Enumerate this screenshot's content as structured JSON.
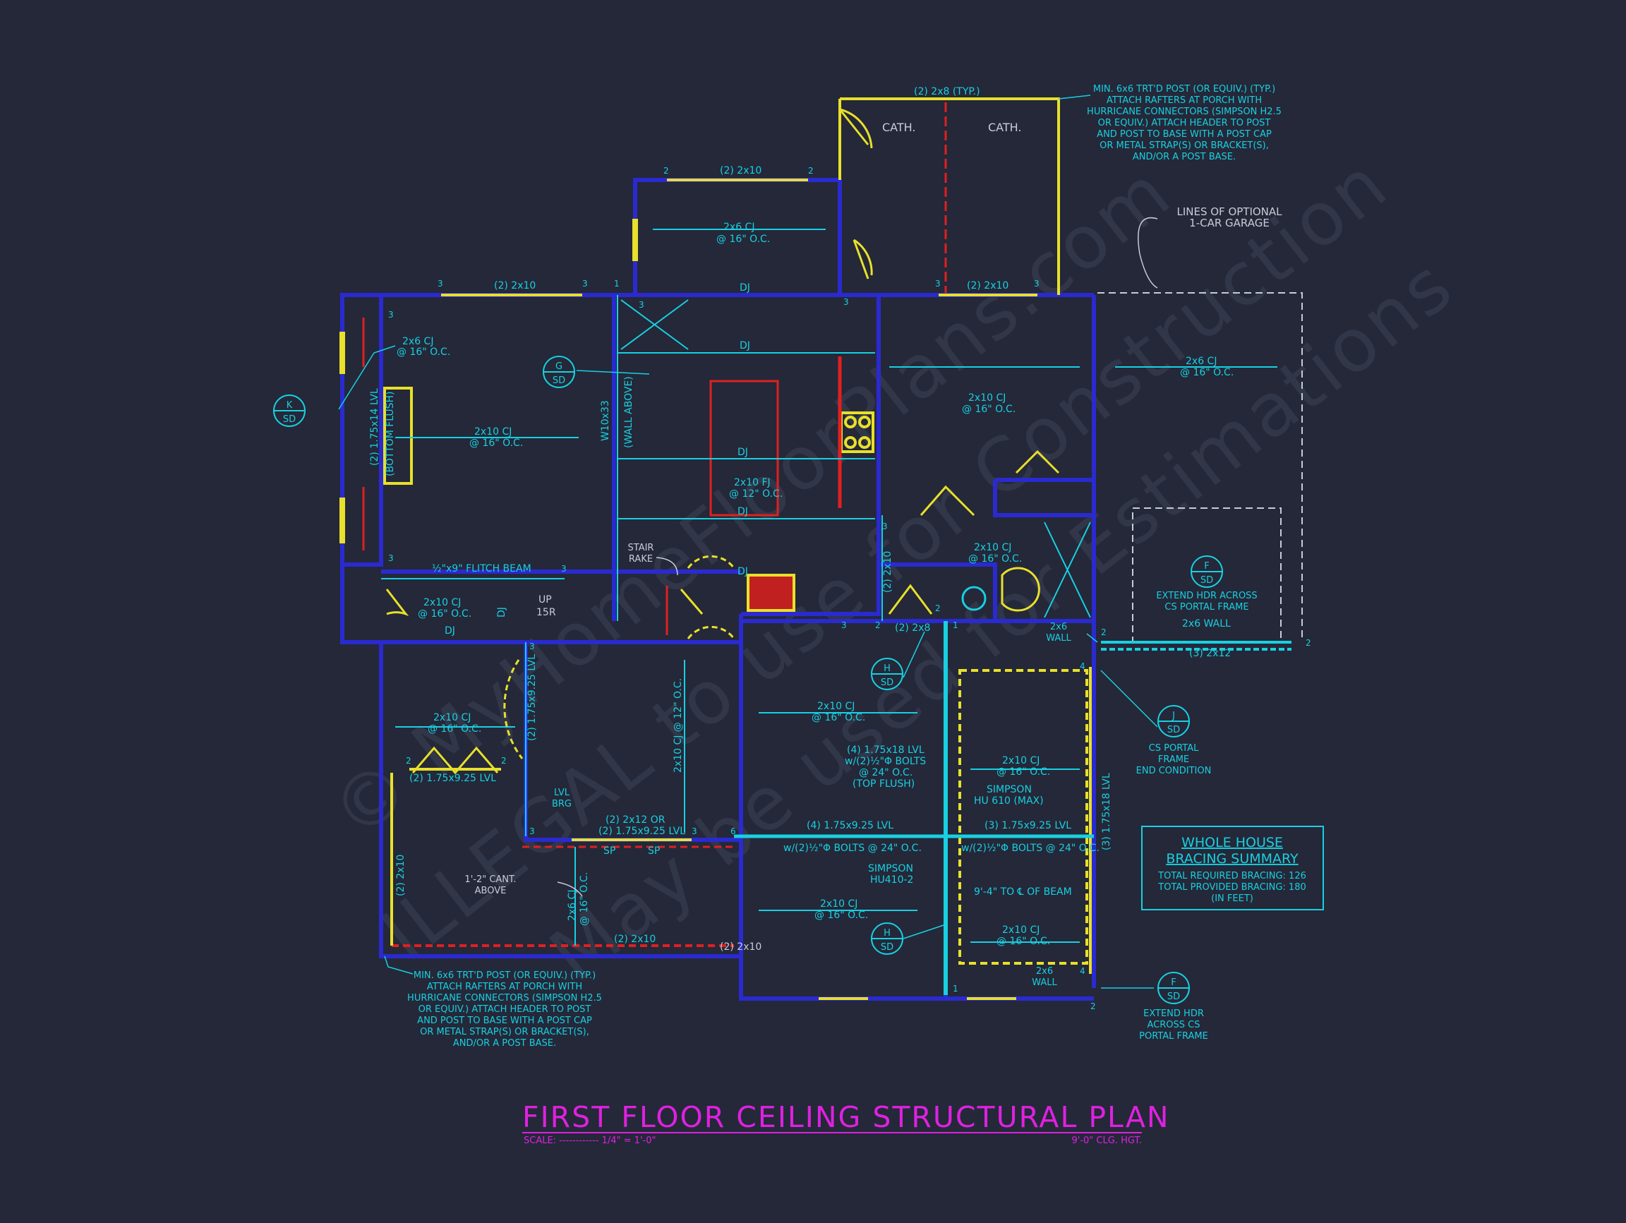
{
  "colors": {
    "background": "#242839",
    "wall": "#2a2ad0",
    "cyan": "#18d0e0",
    "yellow": "#e8e02a",
    "red": "#e02020",
    "magenta": "#e020e0",
    "gray": "#c8ccd8",
    "watermark": "#3c4256"
  },
  "title": {
    "main": "FIRST FLOOR CEILING STRUCTURAL PLAN",
    "scale": "SCALE: ------------ 1/4\" = 1'-0\"",
    "ceiling_height": "9'-0\" CLG. HGT."
  },
  "watermark": {
    "line1": "© MyHomeFloorPlans.com",
    "line2": "ILLEGAL to use for Construction",
    "line3": "May be used for Estimations"
  },
  "bracing_summary": {
    "heading1": "WHOLE HOUSE",
    "heading2": "BRACING SUMMARY",
    "line1": "TOTAL REQUIRED BRACING: 126",
    "line2": "TOTAL PROVIDED BRACING: 180",
    "line3": "(IN FEET)"
  },
  "notes": {
    "porch_top": [
      "MIN. 6x6 TRT'D POST (OR EQUIV.) (TYP.)",
      "ATTACH RAFTERS AT PORCH WITH",
      "HURRICANE CONNECTORS (SIMPSON H2.5",
      "OR EQUIV.) ATTACH HEADER TO POST",
      "AND POST TO BASE WITH A POST CAP",
      "OR METAL STRAP(S) OR BRACKET(S),",
      "AND/OR A POST BASE."
    ],
    "porch_bottom": [
      "MIN. 6x6 TRT'D POST (OR EQUIV.) (TYP.)",
      "ATTACH RAFTERS AT PORCH WITH",
      "HURRICANE CONNECTORS (SIMPSON H2.5",
      "OR EQUIV.) ATTACH HEADER TO POST",
      "AND POST TO BASE WITH A POST CAP",
      "OR METAL STRAP(S) OR BRACKET(S),",
      "AND/OR A POST BASE."
    ],
    "garage": [
      "LINES OF OPTIONAL",
      "1-CAR GARAGE"
    ],
    "extend_hdr": [
      "EXTEND HDR ACROSS",
      "CS PORTAL FRAME"
    ],
    "extend_hdr_bottom": [
      "EXTEND HDR",
      "ACROSS CS",
      "PORTAL FRAME"
    ],
    "cs_portal": [
      "CS PORTAL",
      "FRAME",
      "END CONDITION"
    ],
    "cant": [
      "1'-2\" CANT.",
      "ABOVE"
    ],
    "stair_rake": [
      "STAIR",
      "RAKE"
    ],
    "lvl_brg": [
      "LVL",
      "BRG"
    ],
    "wall_2x6_a": [
      "2x6",
      "WALL"
    ],
    "wall_2x6_b": [
      "2x6",
      "WALL"
    ]
  },
  "tags": [
    {
      "letter": "K",
      "sub": "SD"
    },
    {
      "letter": "G",
      "sub": "SD"
    },
    {
      "letter": "H",
      "sub": "SD"
    },
    {
      "letter": "H",
      "sub": "SD"
    },
    {
      "letter": "J",
      "sub": "SD"
    },
    {
      "letter": "F",
      "sub": "SD"
    },
    {
      "letter": "F",
      "sub": "SD"
    }
  ],
  "labels": {
    "hdr_porch_top": "(2) 2x8 (TYP.)",
    "cath1": "CATH.",
    "cath2": "CATH.",
    "hdr_2x10_a": "(2) 2x10",
    "hdr_2x10_b": "(2) 2x10",
    "hdr_2x10_c": "(2) 2x10",
    "hdr_2x10_d": "(2) 2x10",
    "cj_top_a": "2x6 CJ",
    "cj_top_b": "@ 16\" O.C.",
    "dj_1": "DJ",
    "dj_2": "DJ",
    "dj_3": "DJ",
    "dj_4": "DJ",
    "dj_5": "DJ",
    "dj_6": "DJ",
    "dj_7": "DJ",
    "cj_left_a": "2x6 CJ",
    "cj_left_b": "@ 16\" O.C.",
    "cj_main_a": "2x10 CJ",
    "cj_main_b": "@ 16\" O.C.",
    "lvl_bottom_flush": "(2) 1.75x14 LVL",
    "bottom_flush": "(BOTTOM FLUSH)",
    "wall_above": "(WALL ABOVE)",
    "w10x33": "W10x33",
    "fj_a": "2x10 FJ",
    "fj_b": "@ 12\" O.C.",
    "cj_right_a": "2x10 CJ",
    "cj_right_b": "@ 16\" O.C.",
    "cj_garage_a": "2x6 CJ",
    "cj_garage_b": "@ 16\" O.C.",
    "cj_bath_a": "2x10 CJ",
    "cj_bath_b": "@ 16\" O.C.",
    "flitch": "½\"x9\" FLITCH BEAM",
    "cj_stair_a": "2x10 CJ",
    "cj_stair_b": "@ 16\" O.C.",
    "up": "UP",
    "up_r": "15R",
    "hdr_2x8": "(2) 2x8",
    "hdr_2x10_v": "(2) 2x10",
    "wall_2x6_garage": "2x6 WALL",
    "hdr_2x12_garage": "(3) 2x12",
    "lvl_9_25_v": "(2) 1.75x9.25 LVL",
    "cj_mid_a": "2x10 CJ",
    "cj_mid_b": "@ 16\" O.C.",
    "lvl_9_25_h": "(2) 1.75x9.25 LVL",
    "cj_12": "2x10 CJ @ 12\" O.C.",
    "hdr_2x12_or": "(2) 2x12 OR",
    "hdr_lvl_or": "(2) 1.75x9.25 LVL",
    "sp1": "SP",
    "sp2": "SP",
    "cj_center_a": "2x10 CJ",
    "cj_center_b": "@ 16\" O.C.",
    "lvl18_a": "(4) 1.75x18 LVL",
    "lvl18_b": "w/(2)½\"Φ BOLTS",
    "lvl18_c": "@ 24\" O.C.",
    "lvl18_d": "(TOP FLUSH)",
    "simpson_hu": "SIMPSON",
    "simpson_hu2": "HU 610 (MAX)",
    "lvl_4_9": "(4) 1.75x9.25 LVL",
    "bolts_4": "w/(2)½\"Φ BOLTS @ 24\" O.C.",
    "lvl_3_9": "(3) 1.75x9.25 LVL",
    "bolts_3": "w/(2)½\"Φ BOLTS @ 24\" O.C.",
    "simpson_hu410": "SIMPSON",
    "simpson_hu410b": "HU410-2",
    "cj_br_a": "2x10 CJ",
    "cj_br_b": "@ 16\" O.C.",
    "beam_dim": "9'-4\" TO ℄ OF BEAM",
    "cj_br2_a": "2x10 CJ",
    "cj_br2_b": "@ 16\" O.C.",
    "cj_center2_a": "2x10 CJ",
    "cj_center2_b": "@ 16\" O.C.",
    "lvl_3_18": "(3) 1.75x18 LVL",
    "cj_6_a": "2x6 CJ",
    "cj_6_b": "@ 16\" O.C.",
    "hdr_porch_bottom": "(2) 2x10",
    "porch_left_v": "(2) 2x10",
    "jack_3": "3",
    "jack_2": "2",
    "jack_1": "1",
    "jack_4": "4",
    "jack_6": "6"
  }
}
